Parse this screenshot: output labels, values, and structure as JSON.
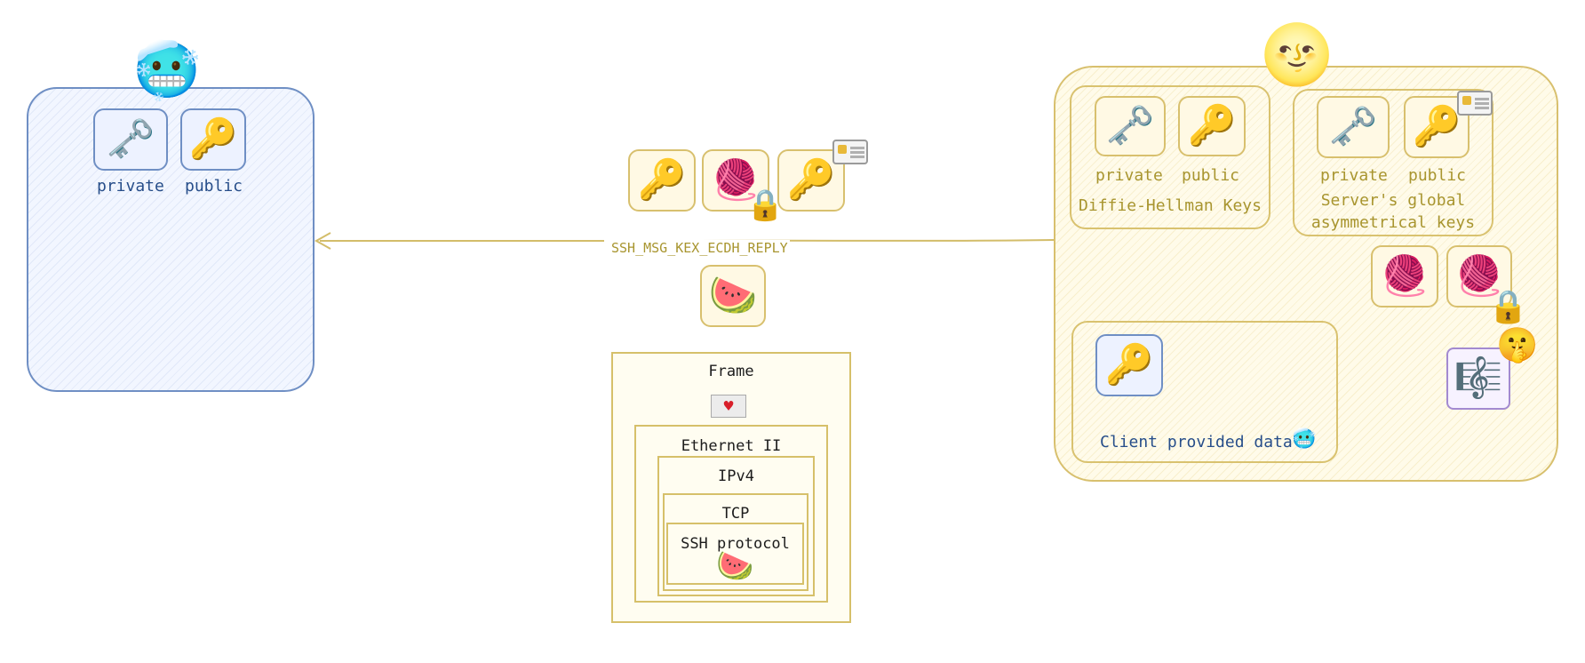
{
  "client": {
    "face_icon": "cold-face",
    "keys": [
      {
        "icon": "old-key",
        "label": "private"
      },
      {
        "icon": "key",
        "label": "public"
      }
    ]
  },
  "message": {
    "label": "SSH_MSG_KEX_ECDH_REPLY",
    "payload_icons": [
      "key",
      "yarn-ball-locked",
      "key-with-certificate"
    ],
    "hash_icon": "watermelon"
  },
  "frame": {
    "title": "Frame",
    "layers": [
      "Ethernet II",
      "IPv4",
      "TCP",
      "SSH protocol"
    ],
    "icons": [
      "love-letter",
      "watermelon"
    ]
  },
  "server": {
    "face_icon": "full-moon-face",
    "dh_keys": {
      "title": "Diffie-Hellman Keys",
      "keys": [
        {
          "icon": "old-key",
          "label": "private"
        },
        {
          "icon": "key",
          "label": "public"
        }
      ]
    },
    "global_keys": {
      "title_line1": "Server's global",
      "title_line2": "asymmetrical keys",
      "keys": [
        {
          "icon": "old-key",
          "label": "private"
        },
        {
          "icon": "key",
          "label": "public"
        }
      ]
    },
    "shared_secret_icons": [
      "yarn-ball",
      "yarn-ball-locked"
    ],
    "client_data": {
      "label": "Client provided data",
      "icon": "key",
      "badge_icon": "cold-face"
    },
    "hash_icon": "musical-score",
    "hash_badge_icon": "shushing-face"
  },
  "colors": {
    "client_accent": "#6f8fc4",
    "server_accent": "#d8c06e",
    "arrow": "#d3bd6a"
  }
}
